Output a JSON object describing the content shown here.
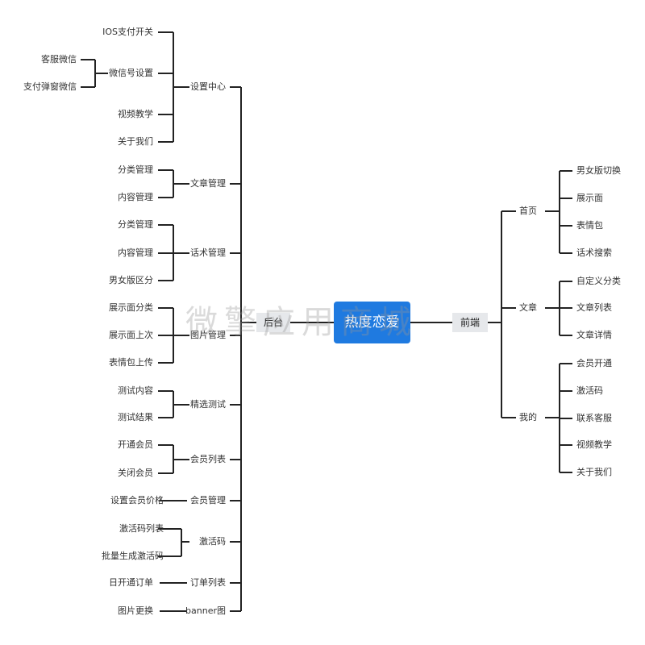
{
  "root": "热度恋爱",
  "watermark": "微擎应用商城",
  "left_branch": {
    "label": "后台",
    "children": [
      {
        "label": "设置中心",
        "children": [
          {
            "label": "IOS支付开关"
          },
          {
            "label": "微信号设置",
            "children": [
              {
                "label": "客服微信"
              },
              {
                "label": "支付弹窗微信"
              }
            ]
          },
          {
            "label": "视频教学"
          },
          {
            "label": "关于我们"
          }
        ]
      },
      {
        "label": "文章管理",
        "children": [
          {
            "label": "分类管理"
          },
          {
            "label": "内容管理"
          }
        ]
      },
      {
        "label": "话术管理",
        "children": [
          {
            "label": "分类管理"
          },
          {
            "label": "内容管理"
          },
          {
            "label": "男女版区分"
          }
        ]
      },
      {
        "label": "图片管理",
        "children": [
          {
            "label": "展示面分类"
          },
          {
            "label": "展示面上次"
          },
          {
            "label": "表情包上传"
          }
        ]
      },
      {
        "label": "精选测试",
        "children": [
          {
            "label": "测试内容"
          },
          {
            "label": "测试结果"
          }
        ]
      },
      {
        "label": "会员列表",
        "children": [
          {
            "label": "开通会员"
          },
          {
            "label": "关闭会员"
          }
        ]
      },
      {
        "label": "会员管理",
        "children": [
          {
            "label": "设置会员价格"
          }
        ]
      },
      {
        "label": "激活码",
        "children": [
          {
            "label": "激活码列表"
          },
          {
            "label": "批量生成激活码"
          }
        ]
      },
      {
        "label": "订单列表",
        "children": [
          {
            "label": "日开通订单"
          }
        ]
      },
      {
        "label": "banner图",
        "children": [
          {
            "label": "图片更换"
          }
        ]
      }
    ]
  },
  "right_branch": {
    "label": "前端",
    "children": [
      {
        "label": "首页",
        "children": [
          {
            "label": "男女版切换"
          },
          {
            "label": "展示面"
          },
          {
            "label": "表情包"
          },
          {
            "label": "话术搜索"
          }
        ]
      },
      {
        "label": "文章",
        "children": [
          {
            "label": "自定义分类"
          },
          {
            "label": "文章列表"
          },
          {
            "label": "文章详情"
          }
        ]
      },
      {
        "label": "我的",
        "children": [
          {
            "label": "会员开通"
          },
          {
            "label": "激活码"
          },
          {
            "label": "联系客服"
          },
          {
            "label": "视频教学"
          },
          {
            "label": "关于我们"
          }
        ]
      }
    ]
  }
}
